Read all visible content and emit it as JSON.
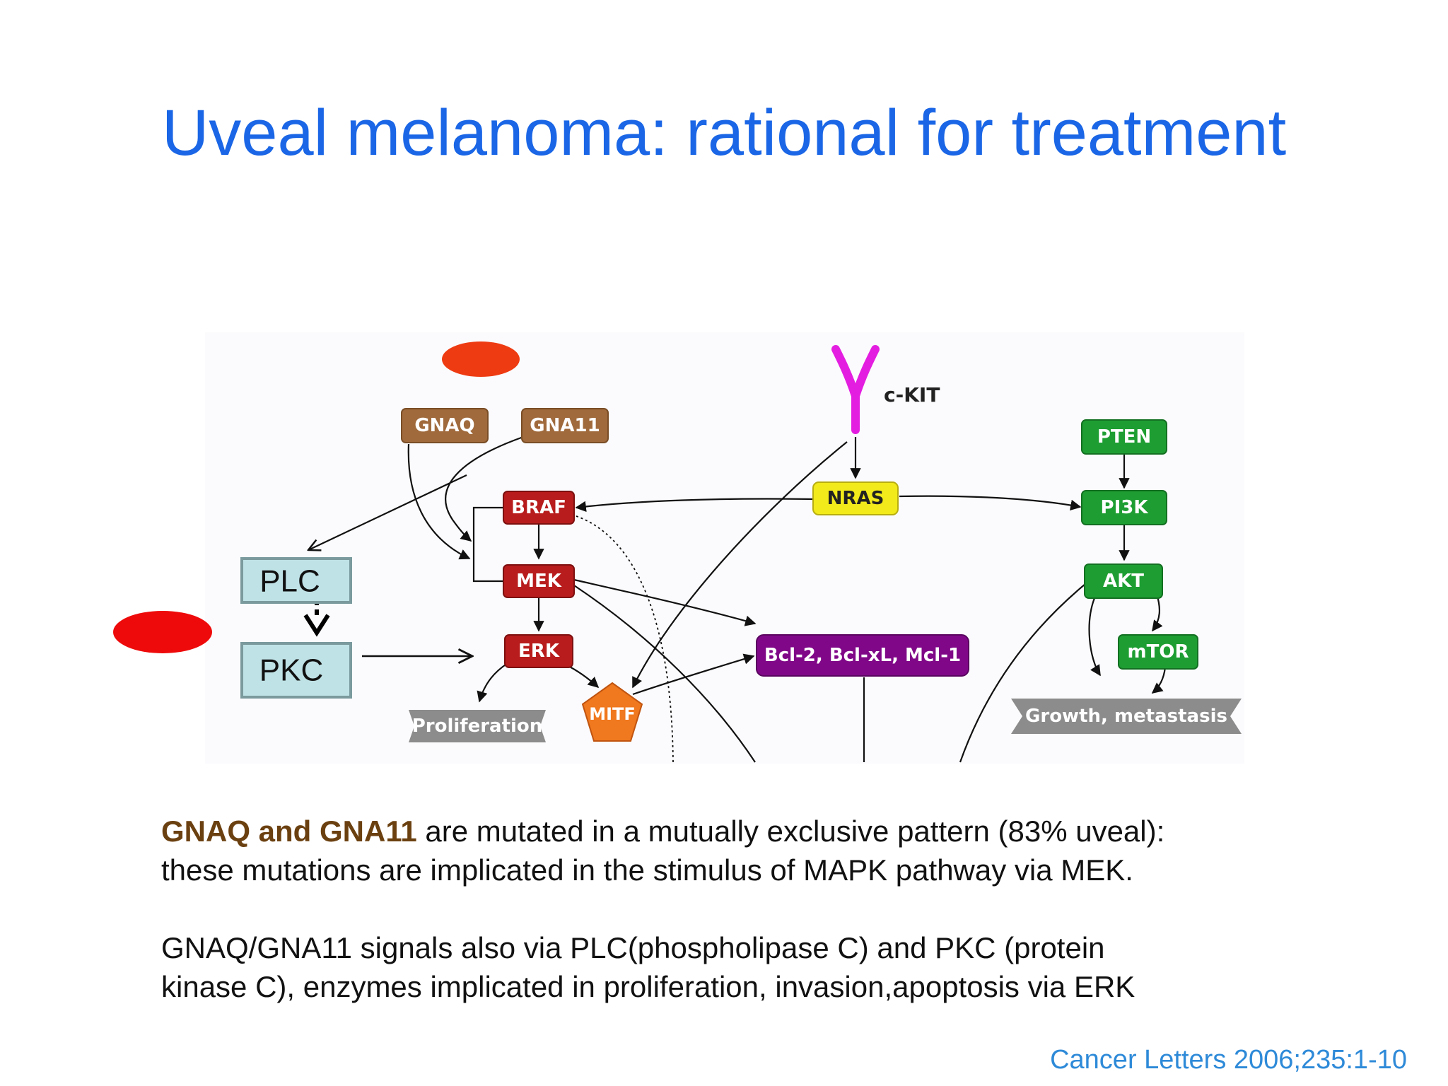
{
  "slide": {
    "title": "Uveal melanoma: rational for treatment",
    "paragraph_1": {
      "emphasis": "GNAQ and GNA11",
      "line_1_rest": " are mutated in a mutually exclusive pattern (83% uveal):",
      "line_2": "these mutations are implicated in the stimulus of MAPK pathway via MEK."
    },
    "paragraph_2": {
      "line_1": "GNAQ/GNA11 signals also via PLC(phospholipase C) and PKC (protein",
      "line_2": "kinase C), enzymes implicated in proliferation, invasion,apoptosis via ERK"
    },
    "citation": "Cancer Letters 2006;235:1-10"
  },
  "diagram": {
    "nodes": {
      "gnaq": "GNAQ",
      "gna11": "GNA11",
      "braf": "BRAF",
      "mek": "MEK",
      "erk": "ERK",
      "mitf": "MITF",
      "proliferation": "Proliferation",
      "ckit": "c-KIT",
      "nras": "NRAS",
      "bcl": "Bcl-2, Bcl-xL, Mcl-1",
      "pten": "PTEN",
      "pi3k": "PI3K",
      "akt": "AKT",
      "mtor": "mTOR",
      "growth": "Growth, metastasis",
      "plc": "PLC",
      "pkc": "PKC"
    },
    "colors": {
      "title": "#1a66e6",
      "g_protein": "#a06a3c",
      "mapk": "#b81c1c",
      "pi3k_pathway": "#1e9e32",
      "nras": "#f2ea1a",
      "bcl": "#800888",
      "mitf": "#f0781e",
      "receptor": "#e41ee0",
      "outcome": "#8c8c8c",
      "plc_pkc_fill": "#bfe2e6",
      "plc_pkc_border": "#7a9a9e",
      "marker_red": "#ee0a0a",
      "citation": "#2e8ad8"
    }
  }
}
